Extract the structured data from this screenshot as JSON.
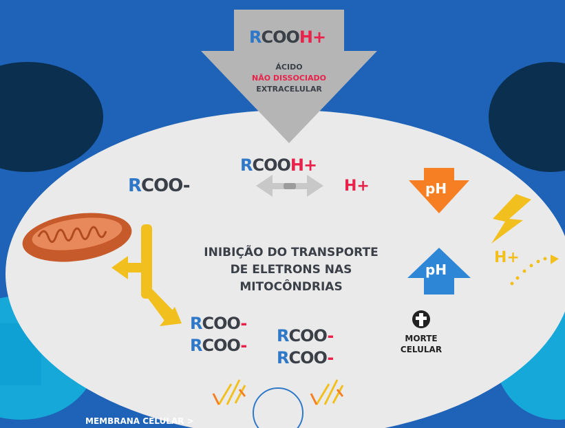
{
  "colors": {
    "background": "#1e63b7",
    "cell": "#e9e9e9",
    "blue_formula": "#2e78c7",
    "red_formula": "#e8224a",
    "dark_text": "#3a3f48",
    "yellow": "#f2c01e",
    "ph_down": "#f57f22",
    "ph_up": "#2e86d6",
    "mitochondrion": "#c75a2a"
  },
  "top_arrow": {
    "formula_r": "R",
    "formula_coo": "COO",
    "formula_h": "H+",
    "line1": "ÁCIDO",
    "line2": "NÃO DISSOCIADO",
    "line3": "EXTRACELULAR"
  },
  "equilibrium": {
    "acid_r": "R",
    "acid_coo": "COO",
    "acid_h": "H+",
    "anion_r": "R",
    "anion_coo": "COO-",
    "proton": "H+"
  },
  "ph_down_label": "pH",
  "ph_up_label": "pH",
  "inhibition": {
    "line1": "INIBIÇÃO DO TRANSPORTE",
    "line2": "DE ELETRONS NAS",
    "line3": "MITOCÔNDRIAS"
  },
  "anions": [
    {
      "r": "R",
      "coo": "COO",
      "minus": "-"
    },
    {
      "r": "R",
      "coo": "COO",
      "minus": "-"
    },
    {
      "r": "R",
      "coo": "COO",
      "minus": "-"
    },
    {
      "r": "R",
      "coo": "COO",
      "minus": "-"
    }
  ],
  "death": {
    "line1": "MORTE",
    "line2": "CELULAR"
  },
  "outside_proton": "H+",
  "membrane_label": "MEMBRANA CELULAR >"
}
